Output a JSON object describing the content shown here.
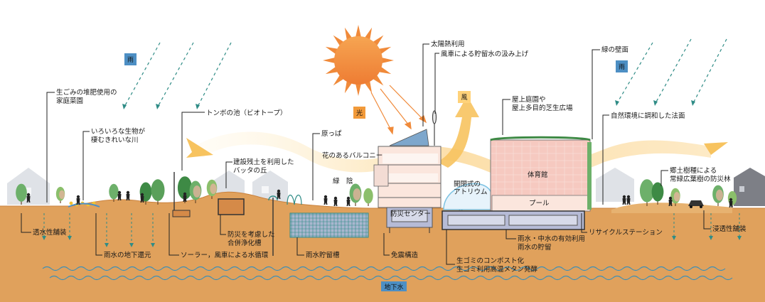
{
  "tags": {
    "rain_left": "雨",
    "rain_right": "雨",
    "light": "光",
    "wind": "風",
    "groundwater": "地下水"
  },
  "labels": {
    "kitchen_garden": [
      "生ごみの堆肥使用の",
      "家庭菜園"
    ],
    "river": [
      "いろいろな生物が",
      "棲むきれいな川"
    ],
    "biotope": "トンボの池（ビオトープ）",
    "hill": [
      "建設残土を利用した",
      "バッタの丘"
    ],
    "field": "原っぱ",
    "balcony": "花のあるバルコニー",
    "solar_heat": "太陽熱利用",
    "windmill_pump": "風車による貯留水の汲み上げ",
    "roof_garden": [
      "屋上庭園や",
      "屋上多目的芝生広場"
    ],
    "green_wall": "緑の壁面",
    "slope": "自然環境に調和した法面",
    "native_forest": [
      "郷土樹種による",
      "常緑広葉樹の防災林"
    ],
    "greenery": "緑　陰",
    "atrium": [
      "開閉式の",
      "アトリウム"
    ],
    "gym": "体育館",
    "pool": "プール",
    "disaster_center": "防災センター",
    "permeable_pavement_left": "透水性舗装",
    "permeable_pavement_right": "浸透性舗装",
    "rain_recharge": "雨水の地下還元",
    "water_circulation": "ソーラー，風車による水循環",
    "purification": [
      "防災を考慮した",
      "合併浄化槽"
    ],
    "rain_tank": "雨水貯留槽",
    "seismic": "免震構造",
    "compost": [
      "生ゴミのコンポスト化",
      "生ゴミ利用高温メタン発酵"
    ],
    "reuse": [
      "雨水・中水の有効利用",
      "雨水の貯留"
    ],
    "recycle_station": "リサイクルステーション"
  },
  "colors": {
    "ground": "#e0a15c",
    "ground_top": "#e7b270",
    "hill": "#d9954f",
    "sun": "#f08a3a",
    "sun_core": "#f6a552",
    "wind_band": "#fbd99a",
    "wind_arrow": "#f7c35f",
    "rain": "#2f8c86",
    "rain_tag": "#4d8fc4",
    "light_tag": "#f29a3a",
    "wind_tag": "#ffd27a",
    "building_bg": "#fbe6dd",
    "gym_bg": "#f6c9c0",
    "basement": "#b6bbd6",
    "wave": "#3b8fb8",
    "house": "#dde0e5",
    "tree": "#6db06a",
    "tree_dark": "#3e8a45",
    "blossom": "#e9b3a0"
  }
}
